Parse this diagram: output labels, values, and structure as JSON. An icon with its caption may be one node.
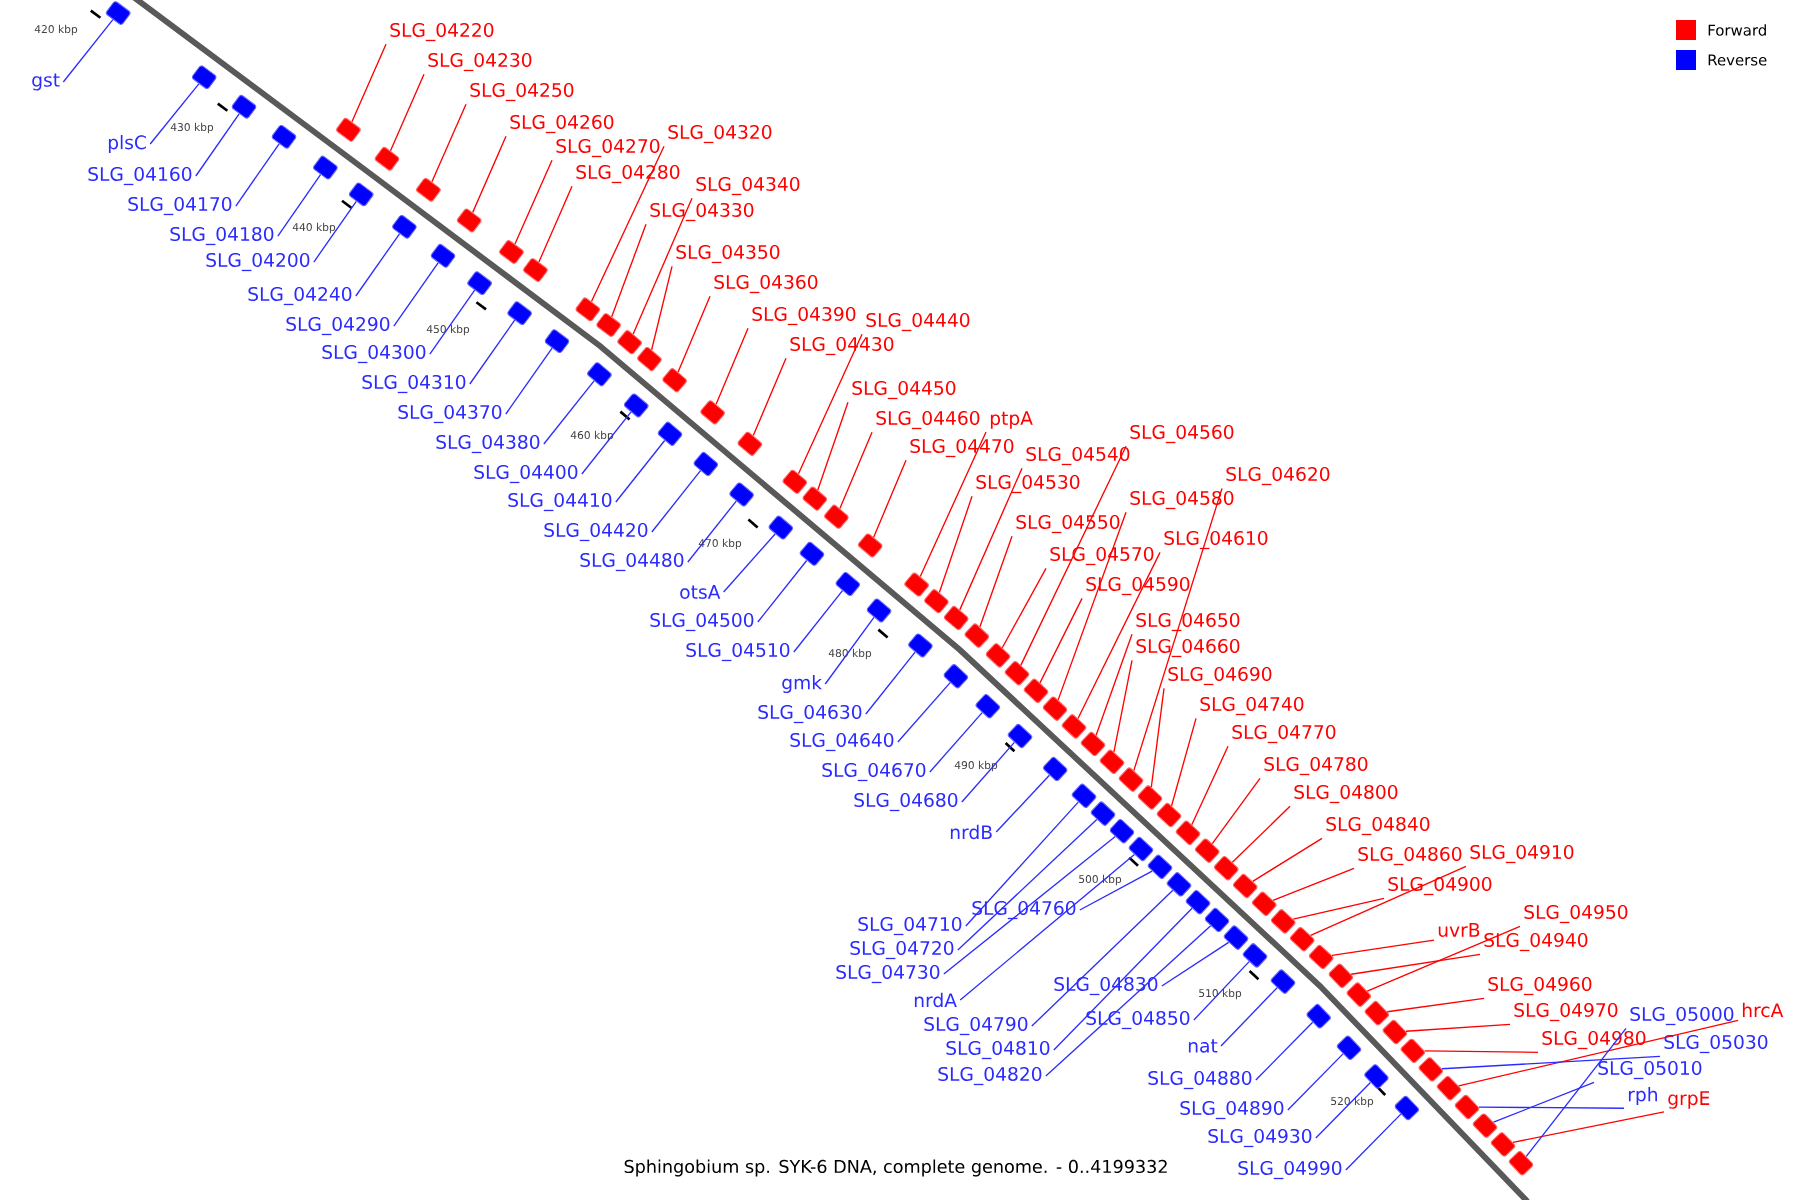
{
  "diagram": {
    "caption": "Sphingobium sp. SYK-6 DNA, complete genome. - 0..4199332",
    "nodes": [
      {
        "text": [
          "SLG_04220"
        ]
      },
      {
        "text": [
          "SLG_04230"
        ]
      },
      {
        "text": [
          "SLG_04250"
        ]
      },
      {
        "text": [
          "SLG_04260"
        ]
      },
      {
        "text": [
          "SLG_04270"
        ]
      },
      {
        "text": [
          "SLG_04320"
        ]
      },
      {
        "text": [
          "SLG_04280"
        ]
      },
      {
        "text": [
          "SLG_04340"
        ]
      },
      {
        "text": [
          "SLG_04330"
        ]
      },
      {
        "text": [
          "SLG_04350"
        ]
      },
      {
        "text": [
          "SLG_04360"
        ]
      },
      {
        "text": [
          "SLG_04390"
        ]
      },
      {
        "text": [
          "SLG_04440"
        ]
      },
      {
        "text": [
          "SLG_04430"
        ]
      },
      {
        "text": [
          "SLG_04450"
        ]
      },
      {
        "text": [
          "SLG_04460"
        ]
      },
      {
        "text": [
          "ptpA"
        ]
      },
      {
        "text": [
          "SLG_04470"
        ]
      },
      {
        "text": [
          "SLG_04540"
        ]
      },
      {
        "text": [
          "SLG_04560"
        ]
      },
      {
        "text": [
          "SLG_04530"
        ]
      },
      {
        "text": [
          "SLG_04620"
        ]
      },
      {
        "text": [
          "SLG_04580"
        ]
      },
      {
        "text": [
          "SLG_04550"
        ]
      },
      {
        "text": [
          "SLG_04610"
        ]
      },
      {
        "text": [
          "SLG_04570"
        ]
      },
      {
        "text": [
          "SLG_04590"
        ]
      },
      {
        "text": [
          "SLG_04650"
        ]
      },
      {
        "text": [
          "SLG_04660"
        ]
      },
      {
        "text": [
          "SLG_04690"
        ]
      },
      {
        "text": [
          "SLG_04740"
        ]
      },
      {
        "text": [
          "SLG_04770"
        ]
      },
      {
        "text": [
          "SLG_04780"
        ]
      },
      {
        "text": [
          "SLG_04800"
        ]
      },
      {
        "text": [
          "SLG_04840"
        ]
      },
      {
        "text": [
          "SLG_04860"
        ]
      },
      {
        "text": [
          "SLG_04910"
        ]
      },
      {
        "text": [
          "SLG_04900"
        ]
      },
      {
        "text": [
          "uvrB"
        ]
      },
      {
        "text": [
          "SLG_04950"
        ]
      },
      {
        "text": [
          "SLG_04940"
        ]
      },
      {
        "text": [
          "SLG_04960"
        ]
      },
      {
        "text": [
          "SLG_04970"
        ]
      },
      {
        "text": [
          "SLG_04980"
        ]
      },
      {
        "text": [
          "hrcA"
        ]
      },
      {
        "text": [
          "grpE"
        ]
      },
      {
        "text": [
          "gst"
        ]
      },
      {
        "text": [
          "plsC"
        ]
      },
      {
        "text": [
          "SLG_04160"
        ]
      },
      {
        "text": [
          "SLG_04170"
        ]
      },
      {
        "text": [
          "SLG_04180"
        ]
      },
      {
        "text": [
          "SLG_04200"
        ]
      },
      {
        "text": [
          "SLG_04240"
        ]
      },
      {
        "text": [
          "SLG_04290"
        ]
      },
      {
        "text": [
          "SLG_04300"
        ]
      },
      {
        "text": [
          "SLG_04310"
        ]
      },
      {
        "text": [
          "SLG_04370"
        ]
      },
      {
        "text": [
          "SLG_04380"
        ]
      },
      {
        "text": [
          "SLG_04400"
        ]
      },
      {
        "text": [
          "SLG_04410"
        ]
      },
      {
        "text": [
          "SLG_04420"
        ]
      },
      {
        "text": [
          "SLG_04480"
        ]
      },
      {
        "text": [
          "otsA"
        ]
      },
      {
        "text": [
          "SLG_04500"
        ]
      },
      {
        "text": [
          "SLG_04510"
        ]
      },
      {
        "text": [
          "gmk"
        ]
      },
      {
        "text": [
          "SLG_04630"
        ]
      },
      {
        "text": [
          "SLG_04640"
        ]
      },
      {
        "text": [
          "SLG_04670"
        ]
      },
      {
        "text": [
          "SLG_04680"
        ]
      },
      {
        "text": [
          "nrdB"
        ]
      },
      {
        "text": [
          "SLG_04760"
        ]
      },
      {
        "text": [
          "SLG_04710"
        ]
      },
      {
        "text": [
          "SLG_04720"
        ]
      },
      {
        "text": [
          "SLG_04730"
        ]
      },
      {
        "text": [
          "nrdA"
        ]
      },
      {
        "text": [
          "SLG_04830"
        ]
      },
      {
        "text": [
          "SLG_04790"
        ]
      },
      {
        "text": [
          "SLG_04850"
        ]
      },
      {
        "text": [
          "SLG_04810"
        ]
      },
      {
        "text": [
          "nat"
        ]
      },
      {
        "text": [
          "SLG_04820"
        ]
      },
      {
        "text": [
          "SLG_04880"
        ]
      },
      {
        "text": [
          "SLG_04890"
        ]
      },
      {
        "text": [
          "SLG_04930"
        ]
      },
      {
        "text": [
          "SLG_04990"
        ]
      },
      {
        "text": [
          "SLG_05000"
        ]
      },
      {
        "text": [
          "SLG_05030"
        ]
      },
      {
        "text": [
          "SLG_05010"
        ]
      },
      {
        "text": [
          "rph"
        ]
      },
      {
        "text": [],
        "shape": "block"
      },
      {
        "text": [],
        "shape": "block"
      },
      {
        "text": [],
        "shape": "block"
      },
      {
        "text": [],
        "shape": "block"
      },
      {
        "text": [],
        "shape": "block"
      },
      {
        "text": [],
        "shape": "block"
      },
      {
        "text": [],
        "shape": "block"
      },
      {
        "text": [],
        "shape": "block"
      },
      {
        "text": [],
        "shape": "block"
      },
      {
        "text": [],
        "shape": "block"
      },
      {
        "text": [],
        "shape": "block"
      },
      {
        "text": [],
        "shape": "block"
      },
      {
        "text": [],
        "shape": "block"
      },
      {
        "text": [],
        "shape": "block"
      },
      {
        "text": [],
        "shape": "block"
      },
      {
        "text": [],
        "shape": "block"
      },
      {
        "text": [],
        "shape": "block"
      },
      {
        "text": [],
        "shape": "block"
      },
      {
        "text": [],
        "shape": "block"
      },
      {
        "text": [],
        "shape": "block"
      },
      {
        "text": [],
        "shape": "block"
      },
      {
        "text": [],
        "shape": "block"
      },
      {
        "text": [],
        "shape": "block"
      },
      {
        "text": [],
        "shape": "block"
      },
      {
        "text": [],
        "shape": "block"
      },
      {
        "text": [],
        "shape": "block"
      },
      {
        "text": [],
        "shape": "block"
      },
      {
        "text": [],
        "shape": "block"
      },
      {
        "text": [],
        "shape": "block"
      },
      {
        "text": [],
        "shape": "block"
      },
      {
        "text": [],
        "shape": "block"
      },
      {
        "text": [],
        "shape": "block"
      },
      {
        "text": [],
        "shape": "block"
      },
      {
        "text": [],
        "shape": "block"
      },
      {
        "text": [],
        "shape": "block"
      },
      {
        "text": [],
        "shape": "block"
      },
      {
        "text": [],
        "shape": "block"
      },
      {
        "text": [],
        "shape": "block"
      },
      {
        "text": [],
        "shape": "block"
      },
      {
        "text": [],
        "shape": "block"
      },
      {
        "text": [],
        "shape": "block"
      },
      {
        "text": [],
        "shape": "block"
      },
      {
        "text": [],
        "shape": "block"
      },
      {
        "text": [],
        "shape": "block"
      },
      {
        "text": [],
        "shape": "block"
      },
      {
        "text": [],
        "shape": "block"
      },
      {
        "text": [],
        "shape": "block"
      },
      {
        "text": [],
        "shape": "block"
      },
      {
        "text": [],
        "shape": "block"
      },
      {
        "text": [],
        "shape": "block"
      },
      {
        "text": [],
        "shape": "block"
      },
      {
        "text": [],
        "shape": "block"
      },
      {
        "text": [],
        "shape": "block"
      },
      {
        "text": [],
        "shape": "block"
      },
      {
        "text": [],
        "shape": "block"
      },
      {
        "text": [],
        "shape": "block"
      },
      {
        "text": [],
        "shape": "block"
      },
      {
        "text": [],
        "shape": "block"
      },
      {
        "text": [],
        "shape": "block"
      },
      {
        "text": [],
        "shape": "block"
      },
      {
        "text": [],
        "shape": "block"
      },
      {
        "text": [],
        "shape": "block"
      },
      {
        "text": [],
        "shape": "block"
      },
      {
        "text": [],
        "shape": "block"
      },
      {
        "text": [],
        "shape": "block"
      },
      {
        "text": [],
        "shape": "block"
      },
      {
        "text": [],
        "shape": "block"
      },
      {
        "text": [],
        "shape": "block"
      },
      {
        "text": [],
        "shape": "block"
      },
      {
        "text": [],
        "shape": "block"
      },
      {
        "text": [],
        "shape": "block"
      },
      {
        "text": [],
        "shape": "block"
      },
      {
        "text": [],
        "shape": "block"
      },
      {
        "text": [],
        "shape": "block"
      },
      {
        "text": [],
        "shape": "block"
      },
      {
        "text": [],
        "shape": "block"
      },
      {
        "text": [],
        "shape": "block"
      },
      {
        "text": [],
        "shape": "block"
      },
      {
        "text": [],
        "shape": "block"
      },
      {
        "text": [],
        "shape": "block"
      },
      {
        "text": [],
        "shape": "block"
      },
      {
        "text": [],
        "shape": "block"
      },
      {
        "text": [],
        "shape": "block"
      },
      {
        "text": [],
        "shape": "block"
      },
      {
        "text": [],
        "shape": "block"
      },
      {
        "text": [],
        "shape": "block"
      },
      {
        "text": [],
        "shape": "block"
      },
      {
        "text": [],
        "shape": "block"
      },
      {
        "text": [],
        "shape": "block"
      },
      {
        "text": [],
        "shape": "block"
      }
    ],
    "edges": [
      {
        "from": 0,
        "to": 90,
        "arrow": "none"
      },
      {
        "from": 1,
        "to": 91,
        "arrow": "none"
      },
      {
        "from": 2,
        "to": 92,
        "arrow": "none"
      },
      {
        "from": 3,
        "to": 93,
        "arrow": "none"
      },
      {
        "from": 4,
        "to": 94,
        "arrow": "none"
      },
      {
        "from": 5,
        "to": 95,
        "arrow": "none"
      },
      {
        "from": 6,
        "to": 96,
        "arrow": "none"
      },
      {
        "from": 7,
        "to": 97,
        "arrow": "none"
      },
      {
        "from": 8,
        "to": 98,
        "arrow": "none"
      },
      {
        "from": 9,
        "to": 99,
        "arrow": "none"
      },
      {
        "from": 10,
        "to": 100,
        "arrow": "none"
      },
      {
        "from": 11,
        "to": 101,
        "arrow": "none"
      },
      {
        "from": 12,
        "to": 102,
        "arrow": "none"
      },
      {
        "from": 13,
        "to": 103,
        "arrow": "none"
      },
      {
        "from": 14,
        "to": 104,
        "arrow": "none"
      },
      {
        "from": 15,
        "to": 105,
        "arrow": "none"
      },
      {
        "from": 16,
        "to": 106,
        "arrow": "none"
      },
      {
        "from": 17,
        "to": 107,
        "arrow": "none"
      },
      {
        "from": 18,
        "to": 108,
        "arrow": "none"
      },
      {
        "from": 19,
        "to": 109,
        "arrow": "none"
      },
      {
        "from": 20,
        "to": 110,
        "arrow": "none"
      },
      {
        "from": 21,
        "to": 111,
        "arrow": "none"
      },
      {
        "from": 22,
        "to": 112,
        "arrow": "none"
      },
      {
        "from": 23,
        "to": 113,
        "arrow": "none"
      },
      {
        "from": 24,
        "to": 114,
        "arrow": "none"
      },
      {
        "from": 25,
        "to": 115,
        "arrow": "none"
      },
      {
        "from": 26,
        "to": 116,
        "arrow": "none"
      },
      {
        "from": 27,
        "to": 117,
        "arrow": "none"
      },
      {
        "from": 28,
        "to": 118,
        "arrow": "none"
      },
      {
        "from": 29,
        "to": 119,
        "arrow": "none"
      },
      {
        "from": 30,
        "to": 120,
        "arrow": "none"
      },
      {
        "from": 31,
        "to": 121,
        "arrow": "none"
      },
      {
        "from": 32,
        "to": 122,
        "arrow": "none"
      },
      {
        "from": 33,
        "to": 123,
        "arrow": "none"
      },
      {
        "from": 34,
        "to": 124,
        "arrow": "none"
      },
      {
        "from": 35,
        "to": 125,
        "arrow": "none"
      },
      {
        "from": 36,
        "to": 126,
        "arrow": "none"
      },
      {
        "from": 37,
        "to": 127,
        "arrow": "none"
      },
      {
        "from": 38,
        "to": 128,
        "arrow": "none"
      },
      {
        "from": 39,
        "to": 129,
        "arrow": "none"
      },
      {
        "from": 40,
        "to": 130,
        "arrow": "none"
      },
      {
        "from": 41,
        "to": 131,
        "arrow": "none"
      },
      {
        "from": 42,
        "to": 132,
        "arrow": "none"
      },
      {
        "from": 43,
        "to": 133,
        "arrow": "none"
      },
      {
        "from": 44,
        "to": 134,
        "arrow": "none"
      },
      {
        "from": 45,
        "to": 135,
        "arrow": "none"
      },
      {
        "from": 46,
        "to": 136,
        "arrow": "none",
        "color": "#2b2bff"
      },
      {
        "from": 47,
        "to": 137,
        "arrow": "none",
        "color": "#2b2bff"
      },
      {
        "from": 48,
        "to": 138,
        "arrow": "none",
        "color": "#2b2bff"
      },
      {
        "from": 49,
        "to": 139,
        "arrow": "none",
        "color": "#2b2bff"
      },
      {
        "from": 50,
        "to": 140,
        "arrow": "none",
        "color": "#2b2bff"
      },
      {
        "from": 51,
        "to": 141,
        "arrow": "none",
        "color": "#2b2bff"
      },
      {
        "from": 52,
        "to": 142,
        "arrow": "none",
        "color": "#2b2bff"
      },
      {
        "from": 53,
        "to": 143,
        "arrow": "none",
        "color": "#2b2bff"
      },
      {
        "from": 54,
        "to": 144,
        "arrow": "none",
        "color": "#2b2bff"
      },
      {
        "from": 55,
        "to": 145,
        "arrow": "none",
        "color": "#2b2bff"
      },
      {
        "from": 56,
        "to": 146,
        "arrow": "none",
        "color": "#2b2bff"
      },
      {
        "from": 57,
        "to": 147,
        "arrow": "none",
        "color": "#2b2bff"
      },
      {
        "from": 58,
        "to": 148,
        "arrow": "none",
        "color": "#2b2bff"
      },
      {
        "from": 59,
        "to": 149,
        "arrow": "none",
        "color": "#2b2bff"
      },
      {
        "from": 60,
        "to": 150,
        "arrow": "none",
        "color": "#2b2bff"
      },
      {
        "from": 61,
        "to": 151,
        "arrow": "none",
        "color": "#2b2bff"
      },
      {
        "from": 62,
        "to": 152,
        "arrow": "none",
        "color": "#2b2bff"
      },
      {
        "from": 63,
        "to": 153,
        "arrow": "none",
        "color": "#2b2bff"
      },
      {
        "from": 64,
        "to": 154,
        "arrow": "none",
        "color": "#2b2bff"
      },
      {
        "from": 65,
        "to": 155,
        "arrow": "none",
        "color": "#2b2bff"
      },
      {
        "from": 66,
        "to": 156,
        "arrow": "none",
        "color": "#2b2bff"
      },
      {
        "from": 67,
        "to": 157,
        "arrow": "none",
        "color": "#2b2bff"
      },
      {
        "from": 68,
        "to": 158,
        "arrow": "none",
        "color": "#2b2bff"
      },
      {
        "from": 69,
        "to": 159,
        "arrow": "none",
        "color": "#2b2bff"
      },
      {
        "from": 70,
        "to": 160,
        "arrow": "none",
        "color": "#2b2bff"
      },
      {
        "from": 71,
        "to": 161,
        "arrow": "none",
        "color": "#2b2bff"
      },
      {
        "from": 72,
        "to": 162,
        "arrow": "none",
        "color": "#2b2bff"
      },
      {
        "from": 73,
        "to": 163,
        "arrow": "none",
        "color": "#2b2bff"
      },
      {
        "from": 74,
        "to": 164,
        "arrow": "none",
        "color": "#2b2bff"
      },
      {
        "from": 75,
        "to": 165,
        "arrow": "none",
        "color": "#2b2bff"
      },
      {
        "from": 76,
        "to": 166,
        "arrow": "none",
        "color": "#2b2bff"
      },
      {
        "from": 77,
        "to": 167,
        "arrow": "none",
        "color": "#2b2bff"
      },
      {
        "from": 78,
        "to": 168,
        "arrow": "none",
        "color": "#2b2bff"
      },
      {
        "from": 79,
        "to": 169,
        "arrow": "none",
        "color": "#2b2bff"
      },
      {
        "from": 80,
        "to": 170,
        "arrow": "none",
        "color": "#2b2bff"
      },
      {
        "from": 81,
        "to": 171,
        "arrow": "none",
        "color": "#2b2bff"
      },
      {
        "from": 82,
        "to": 172,
        "arrow": "none",
        "color": "#2b2bff"
      },
      {
        "from": 83,
        "to": 173,
        "arrow": "none",
        "color": "#2b2bff"
      },
      {
        "from": 84,
        "to": 174,
        "arrow": "none",
        "color": "#2b2bff"
      },
      {
        "from": 85,
        "to": 175,
        "arrow": "none",
        "color": "#2b2bff"
      },
      {
        "from": 86,
        "to": 176,
        "arrow": "none",
        "color": "#2b2bff"
      },
      {
        "from": 87,
        "to": 177,
        "arrow": "none",
        "color": "#2b2bff"
      },
      {
        "from": 88,
        "to": 178,
        "arrow": "none",
        "color": "#2b2bff"
      },
      {
        "from": 89,
        "to": 179,
        "arrow": "none",
        "color": "#2b2bff"
      }
    ],
    "labels": [
      "420 kbp",
      "430 kbp",
      "440 kbp",
      "450 kbp",
      "460 kbp",
      "470 kbp",
      "480 kbp",
      "490 kbp",
      "500 kbp",
      "510 kbp",
      "520 kbp"
    ],
    "legend": [
      {
        "text": "Forward",
        "color": "#ff0000"
      },
      {
        "text": "Reverse",
        "color": "#0000ff"
      }
    ]
  }
}
